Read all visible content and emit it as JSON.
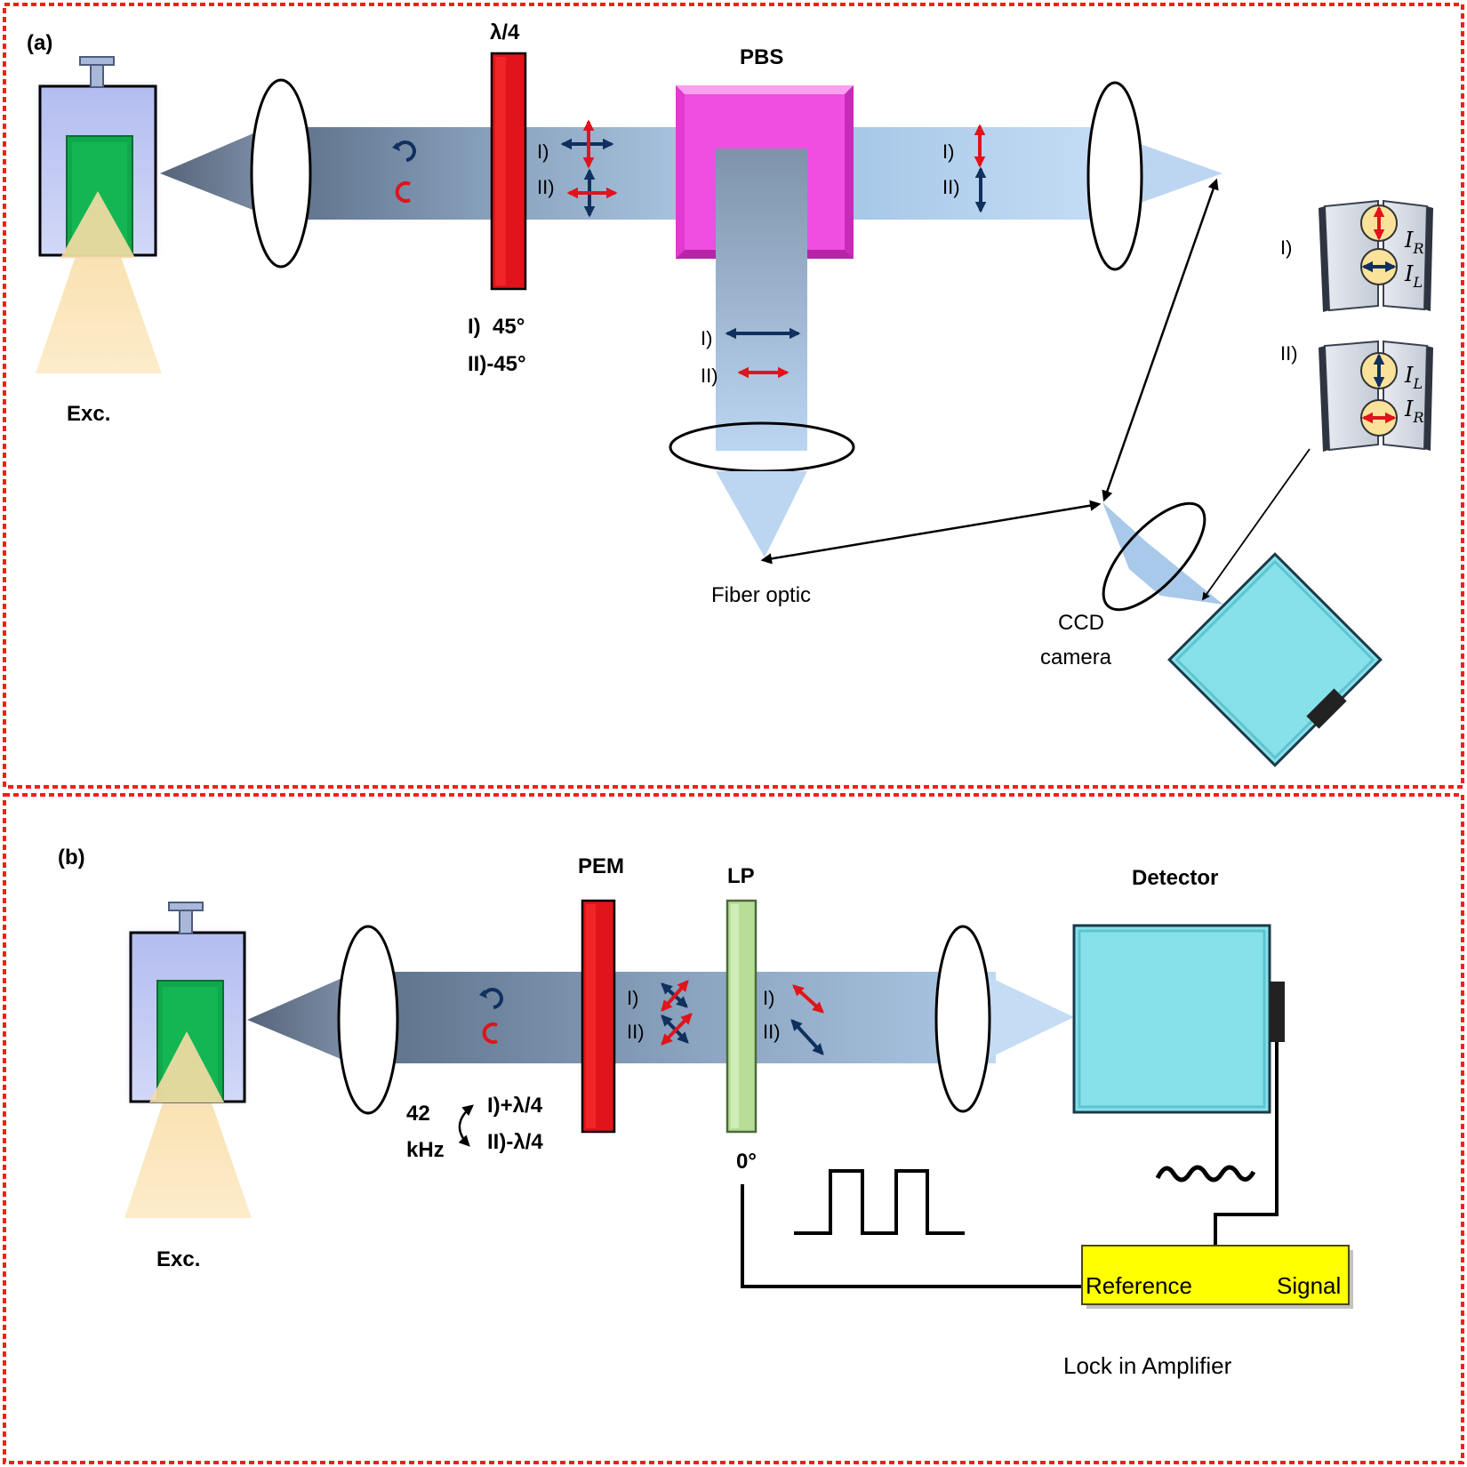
{
  "panel_a": {
    "label": "(a)",
    "exc": "Exc.",
    "qwp": "λ/4",
    "qwp_angle_1": "I)  45°",
    "qwp_angle_2": "II)-45°",
    "pbs": "PBS",
    "state_1": "I)",
    "state_2": "II)",
    "fiber": "Fiber optic",
    "ccd_1": "CCD",
    "ccd_2": "camera",
    "img_i_R": "I",
    "img_i_L": "I",
    "sub_R": "R",
    "sub_L": "L"
  },
  "panel_b": {
    "label": "(b)",
    "exc": "Exc.",
    "pem": "PEM",
    "lp": "LP",
    "lp_angle": "0°",
    "detector": "Detector",
    "freq_1": "42",
    "freq_2": "kHz",
    "mod_1": "I)+λ/4",
    "mod_2": "II)-λ/4",
    "state_1": "I)",
    "state_2": "II)",
    "reference": "Reference",
    "signal": "Signal",
    "lockin": "Lock in Amplifier"
  },
  "colors": {
    "frame": "#ff1a1a",
    "red": "#e0141a",
    "navy": "#10305e",
    "pbs": "#f04ee0",
    "detector": "#86e1ea",
    "lp": "#b7de96",
    "amp": "#ffff00",
    "green": "#0fa84a"
  }
}
